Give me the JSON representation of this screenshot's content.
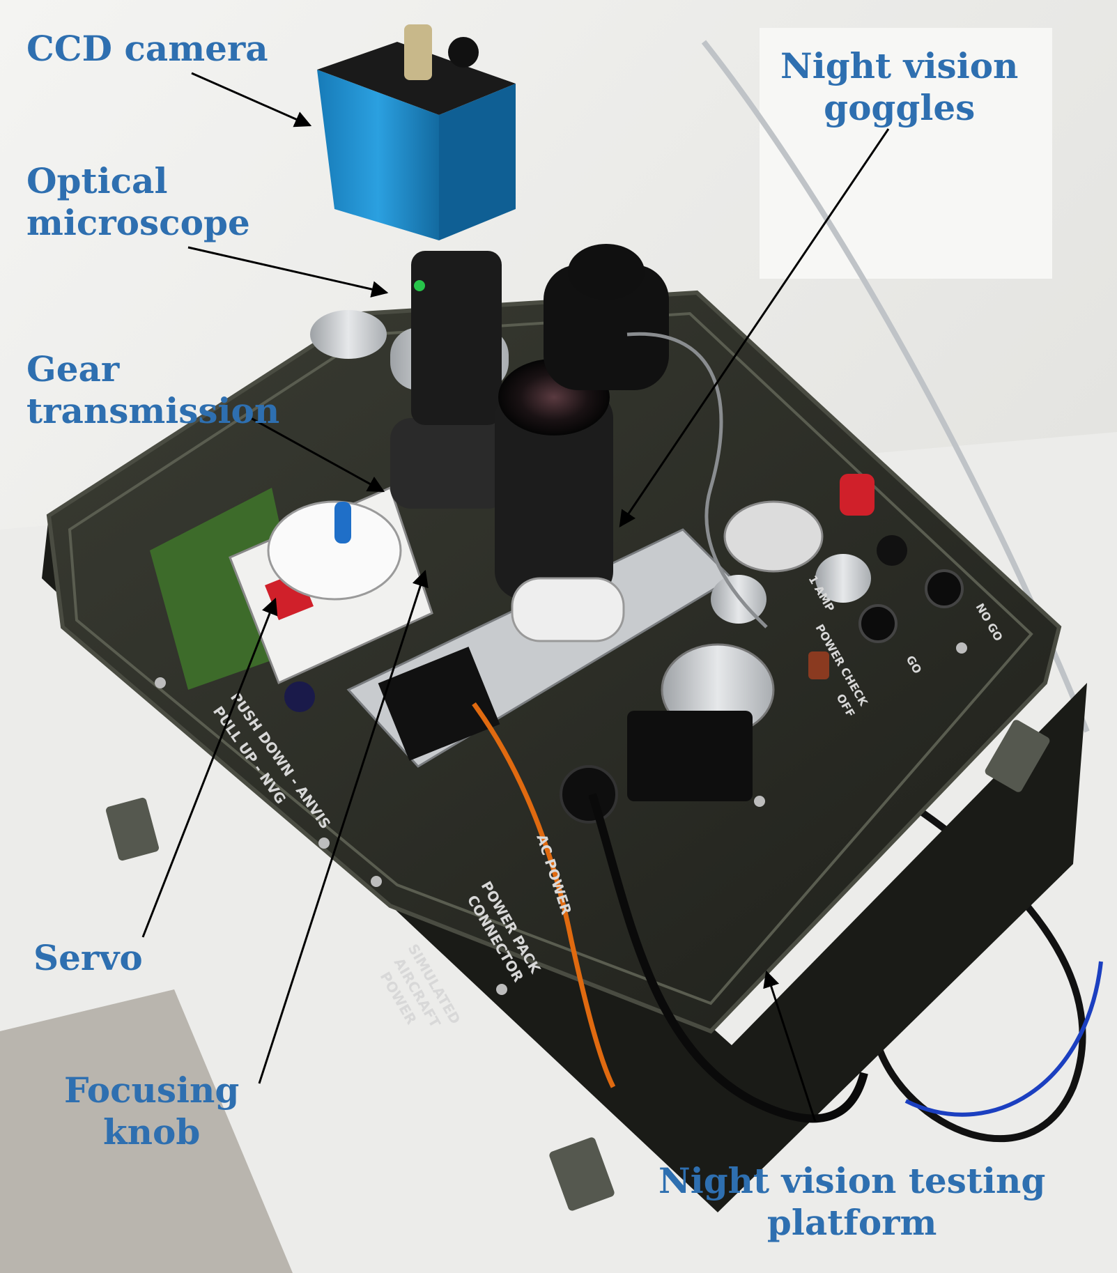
{
  "labels": {
    "ccd_camera": "CCD camera",
    "optical_microscope": [
      "Optical",
      "microscope"
    ],
    "gear_transmission": [
      "Gear",
      "transmission"
    ],
    "night_vision_goggles": [
      "Night vision",
      "goggles"
    ],
    "servo": "Servo",
    "focusing_knob": [
      "Focusing",
      "knob"
    ],
    "testing_platform": [
      "Night vision testing",
      "platform"
    ]
  },
  "panel_text": {
    "ac_power": "AC POWER",
    "power_pack_connector": [
      "POWER PACK",
      "CONNECTOR"
    ],
    "simulated_aircraft_power": [
      "SIMULATED",
      "AIRCRAFT",
      "POWER"
    ],
    "push_down": "PUSH DOWN - ANVIS",
    "pull_up": "PULL UP - NVG",
    "power_check": "POWER CHECK",
    "off": "OFF",
    "go": "GO",
    "no_go": "NO GO",
    "one_amp": "1 AMP"
  },
  "colors": {
    "label_blue": "#2e6fb0",
    "case_dark": "#2a2b24",
    "camera_blue": "#1e8fd0",
    "red_cap": "#d0202a",
    "white_background": "#ffffff"
  }
}
